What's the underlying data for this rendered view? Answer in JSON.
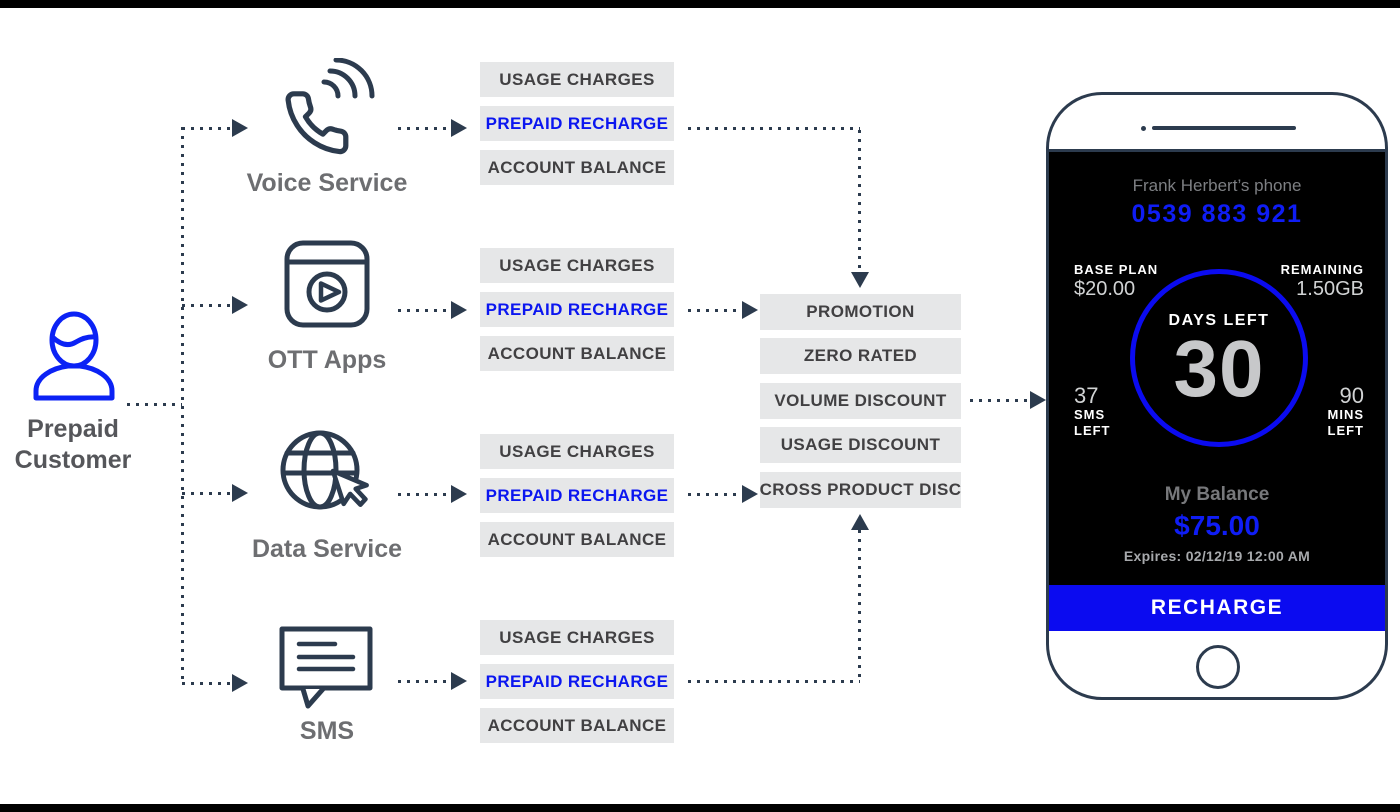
{
  "palette": {
    "navy": "#2c3b4e",
    "accent_blue": "#0b16f0",
    "box_bg": "#e6e7e8",
    "box_text": "#414042",
    "label_gray": "#6d6e71",
    "screen_bg": "#000000",
    "muted_light": "#d1d3d4"
  },
  "person": {
    "label_line1": "Prepaid",
    "label_line2": "Customer",
    "icon": "person-icon"
  },
  "services": [
    {
      "id": "voice",
      "label": "Voice Service",
      "icon": "phone-call-icon",
      "boxes": [
        "USAGE CHARGES",
        "PREPAID RECHARGE",
        "ACCOUNT BALANCE"
      ]
    },
    {
      "id": "ott",
      "label": "OTT Apps",
      "icon": "media-app-icon",
      "boxes": [
        "USAGE CHARGES",
        "PREPAID RECHARGE",
        "ACCOUNT BALANCE"
      ]
    },
    {
      "id": "data",
      "label": "Data Service",
      "icon": "globe-cursor-icon",
      "boxes": [
        "USAGE CHARGES",
        "PREPAID RECHARGE",
        "ACCOUNT BALANCE"
      ]
    },
    {
      "id": "sms",
      "label": "SMS",
      "icon": "message-icon",
      "boxes": [
        "USAGE CHARGES",
        "PREPAID RECHARGE",
        "ACCOUNT BALANCE"
      ]
    }
  ],
  "central": {
    "items": [
      "PROMOTION",
      "ZERO RATED",
      "VOLUME DISCOUNT",
      "USAGE DISCOUNT",
      "CROSS PRODUCT DISC"
    ]
  },
  "phone": {
    "owner": "Frank Herbert’s phone",
    "number": "0539 883 921",
    "base_plan_label": "BASE PLAN",
    "base_plan_value": "$20.00",
    "remaining_label": "REMAINING",
    "remaining_value": "1.50GB",
    "days_left_label": "DAYS LEFT",
    "days_left_value": "30",
    "sms_left": {
      "value": "37",
      "line1": "SMS",
      "line2": "LEFT"
    },
    "mins_left": {
      "value": "90",
      "line1": "MINS",
      "line2": "LEFT"
    },
    "balance_label": "My Balance",
    "balance_value": "$75.00",
    "expires": "Expires: 02/12/19 12:00 AM",
    "recharge_button": "RECHARGE"
  }
}
